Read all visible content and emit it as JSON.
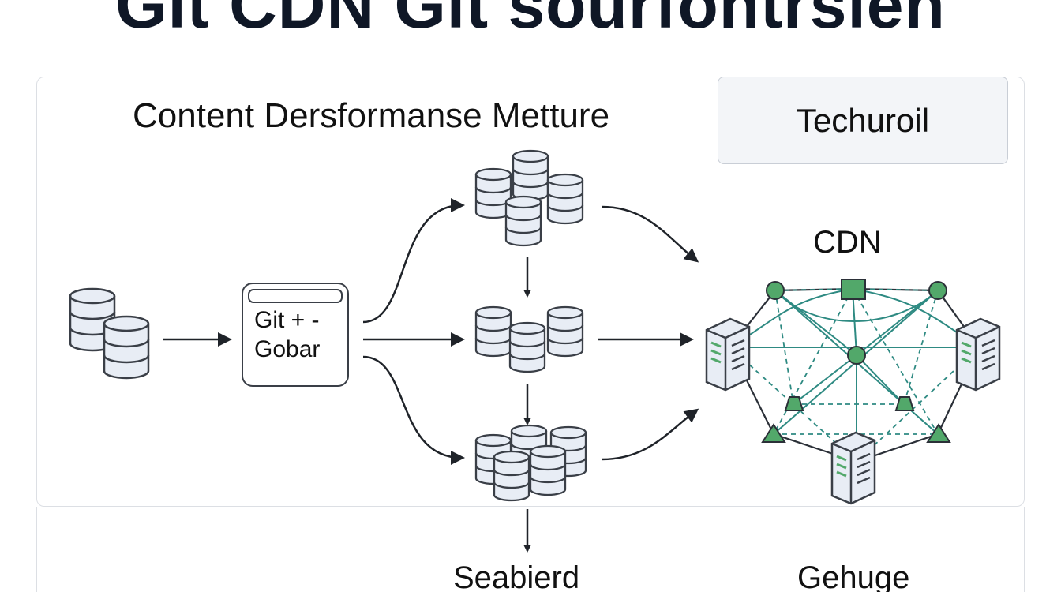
{
  "header": {
    "title": "Git CDN Git sourfontrsien"
  },
  "panel": {
    "title": "Content Dersformanse Metture",
    "legend": "Techuroil"
  },
  "nodes": {
    "git_box": {
      "line1": "Git + -",
      "line2": "Gobar"
    },
    "cdn_label": "CDN"
  },
  "bottom_labels": {
    "left": "Seabierd",
    "right": "Gehuge"
  },
  "colors": {
    "accent_green": "#52a86a",
    "network_teal": "#2e8a82",
    "db_fill": "#e8edf5",
    "db_stroke": "#3a3f47"
  }
}
